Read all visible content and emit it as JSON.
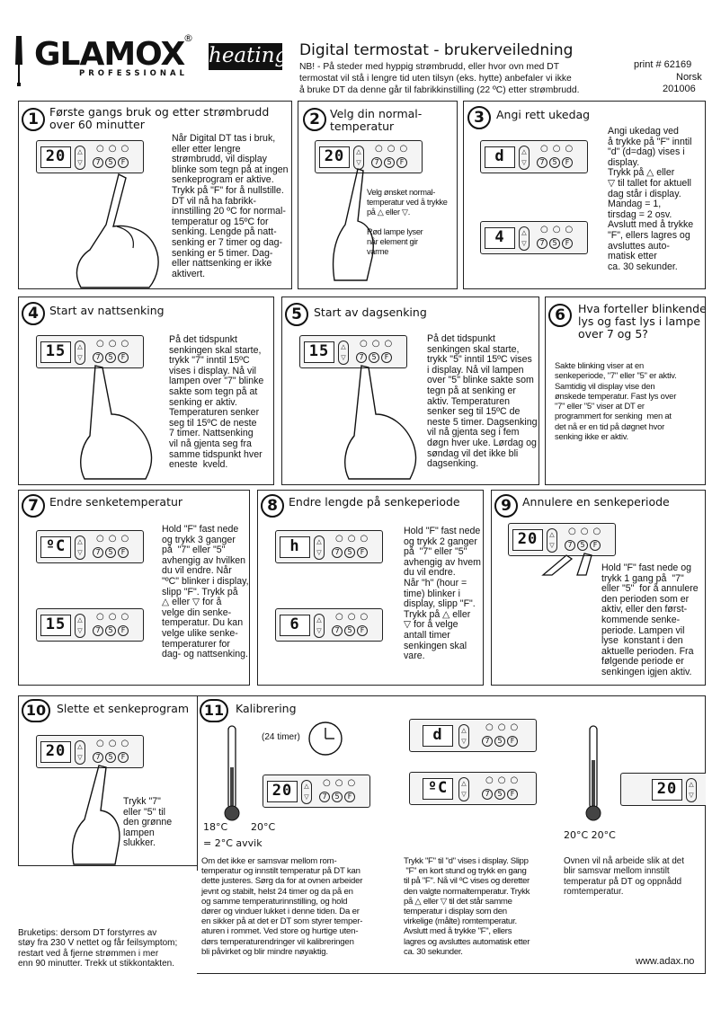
{
  "header": {
    "brand": "GLAMOX",
    "brand_reg": "®",
    "brand_sub": "PROFESSIONAL",
    "brand_heating": "heating",
    "title": "Digital termostat - brukerveiledning",
    "note": "NB! - På steder med hyppig strømbrudd, eller hvor ovn med DT\ntermostat vil stå i lengre tid uten tilsyn (eks. hytte) anbefaler vi ikke\nå bruke DT da denne går til fabrikkinstilling (22 ºC) etter strømbrudd.",
    "print_no": "print # 62169",
    "language": "Norsk",
    "date": "201006"
  },
  "sections": {
    "s1": {
      "num": "1",
      "title": "Første gangs bruk og etter strømbrudd\nover 60 minutter",
      "display": "20",
      "text": "Når Digital DT tas i bruk,\neller etter lengre\nstrømbrudd, vil display\nblinke som tegn på at ingen\nsenkeprogram er aktive.\nTrykk på \"F\" for å nullstille.\nDT vil nå ha fabrikk-\ninnstilling 20 ºC for normal-\ntemperatur og 15ºC for\nsenking. Lengde på natt-\nsenking er 7 timer og dag-\nsenking er 5 timer. Dag-\neller nattsenking er ikke\naktivert."
    },
    "s2": {
      "num": "2",
      "title": "Velg din normal-\ntemperatur",
      "display": "20",
      "text": "Velg ønsket normal-\ntemperatur ved å trykke\npå △ eller ▽.\n\nRød lampe lyser\nnår element gir\nvarme"
    },
    "s3": {
      "num": "3",
      "title": "Angi rett ukedag",
      "display1": "d",
      "display2": "4",
      "text": "Angi ukedag ved\nå trykke på \"F\" inntil\n\"d\" (d=dag) vises i\ndisplay.\nTrykk på △ eller\n▽ til tallet for aktuell\ndag står i display.\nMandag = 1,\ntirsdag = 2 osv.\nAvslutt med å trykke\n\"F\", ellers lagres og\navsluttes auto-\nmatisk etter\nca. 30 sekunder."
    },
    "s4": {
      "num": "4",
      "title": "Start av nattsenking",
      "display": "15",
      "text": "På det tidspunkt\nsenkingen skal starte,\ntrykk \"7\" inntil 15ºC\nvises i display. Nå vil\nlampen over \"7\" blinke\nsakte som tegn på at\nsenking er aktiv.\nTemperaturen senker\nseg til 15ºC de neste\n7 timer. Nattsenking\nvil nå gjenta seg fra\nsamme tidspunkt hver\neneste  kveld."
    },
    "s5": {
      "num": "5",
      "title": "Start av dagsenking",
      "display": "15",
      "text": "På det tidspunkt\nsenkingen skal starte,\ntrykk \"5\" inntil 15ºC vises\ni display. Nå vil lampen\nover \"5\" blinke sakte som\ntegn på at senking er\naktiv. Temperaturen\nsenker seg til 15ºC de\nneste 5 timer. Dagsenking\nvil nå gjenta seg i fem\ndøgn hver uke. Lørdag og\nsøndag vil det ikke bli\ndagsenking."
    },
    "s6": {
      "num": "6",
      "title": "Hva forteller blinkende\nlys og fast lys i lampe\nover 7 og 5?",
      "text": "Sakte blinking viser at en\nsenkeperiode, \"7\" eller \"5\" er aktiv.\nSamtidig vil display vise den\nønskede temperatur. Fast lys over\n\"7\" eller \"5\" viser at DT er\nprogrammert for senking  men at\ndet nå er en tid på døgnet hvor\nsenking ikke er aktiv."
    },
    "s7": {
      "num": "7",
      "title": "Endre senketemperatur",
      "display1": "ºC",
      "display2": "15",
      "text": "Hold \"F\" fast nede\nog trykk 3 ganger\npå  \"7\" eller \"5\"\navhengig av hvilken\ndu vil endre. Når\n\"ºC\" blinker i display,\nslipp \"F\". Trykk på\n△ eller ▽ for å\nvelge din senke-\ntemperatur. Du kan\nvelge ulike senke-\ntemperaturer for\ndag- og nattsenking."
    },
    "s8": {
      "num": "8",
      "title": "Endre lengde på senkeperiode",
      "display1": "h",
      "display2": "6",
      "text": "Hold \"F\" fast nede\nog trykk 2 ganger\npå  \"7\" eller \"5\"\navhengig av hvem\ndu vil endre.\nNår \"h\" (hour =\ntime) blinker i\ndisplay, slipp \"F\".\nTrykk på △ eller\n▽ for å velge\nantall timer\nsenkingen skal\nvare."
    },
    "s9": {
      "num": "9",
      "title": "Annulere en senkeperiode",
      "display": "20",
      "text": "Hold \"F\" fast nede og\ntrykk 1 gang på  \"7\"\neller \"5\"  for å annulere\nden perioden som er\naktiv, eller den først-\nkommende senke-\nperiode. Lampen vil\nlyse  konstant i den\naktuelle perioden. Fra\nfølgende periode er\nsenkingen igjen aktiv."
    },
    "s10": {
      "num": "10",
      "title": "Slette et senkeprogram",
      "display": "20",
      "text": "Trykk \"7\"\neller \"5\" til\nden grønne\nlampen\nslukker."
    },
    "s11": {
      "num": "11",
      "title": "Kalibrering",
      "clock_label": "(24 timer)",
      "display_a": "20",
      "display_b": "d",
      "display_c": "ºC",
      "display_d": "20",
      "temp_left": "18°C",
      "temp_right": "20°C",
      "deviation": "= 2°C avvik",
      "temp_pair": "20°C 20°C",
      "text_left": "Om det ikke er samsvar mellom rom-\ntemperatur og innstilt temperatur på DT kan\ndette justeres. Sørg da for at ovnen arbeider\njevnt og stabilt, helst 24 timer og da på en\nog samme temperaturinnstilling, og hold\ndører og vinduer lukket i denne tiden. Da er\nen sikker på at det er DT som styrer temper-\naturen i rommet. Ved store og hurtige uten-\ndørs temperaturendringer vil kalibreringen\nbli påvirket og blir mindre nøyaktig.",
      "text_mid": "Trykk \"F\" til \"d\" vises i display. Slipp\n \"F\" en kort stund og trykk en gang\ntil på \"F\". Nå vil ºC vises og deretter\nden valgte normaltemperatur. Trykk\npå △ eller ▽ til det står samme\ntemperatur i display som den\nvirkelige (målte) romtemperatur.\nAvslutt med å trykke \"F\", ellers\nlagres og avsluttes automatisk etter\nca. 30 sekunder.",
      "text_right": "Ovnen vil nå arbeide slik at det\nblir samsvar mellom innstilt\ntemperatur på DT og oppnådd\nromtemperatur."
    }
  },
  "footer": {
    "tip": "Bruketips: dersom DT forstyrres av\nstøy fra 230 V nettet og får feilsymptom;\nrestart ved å fjerne strømmen i mer\nenn 90 minutter. Trekk ut stikkontakten.",
    "website": "www.adax.no"
  },
  "device": {
    "lamps": "○○○",
    "btn_7": "7",
    "btn_5": "5",
    "btn_f": "F",
    "up": "△",
    "down": "▽"
  }
}
